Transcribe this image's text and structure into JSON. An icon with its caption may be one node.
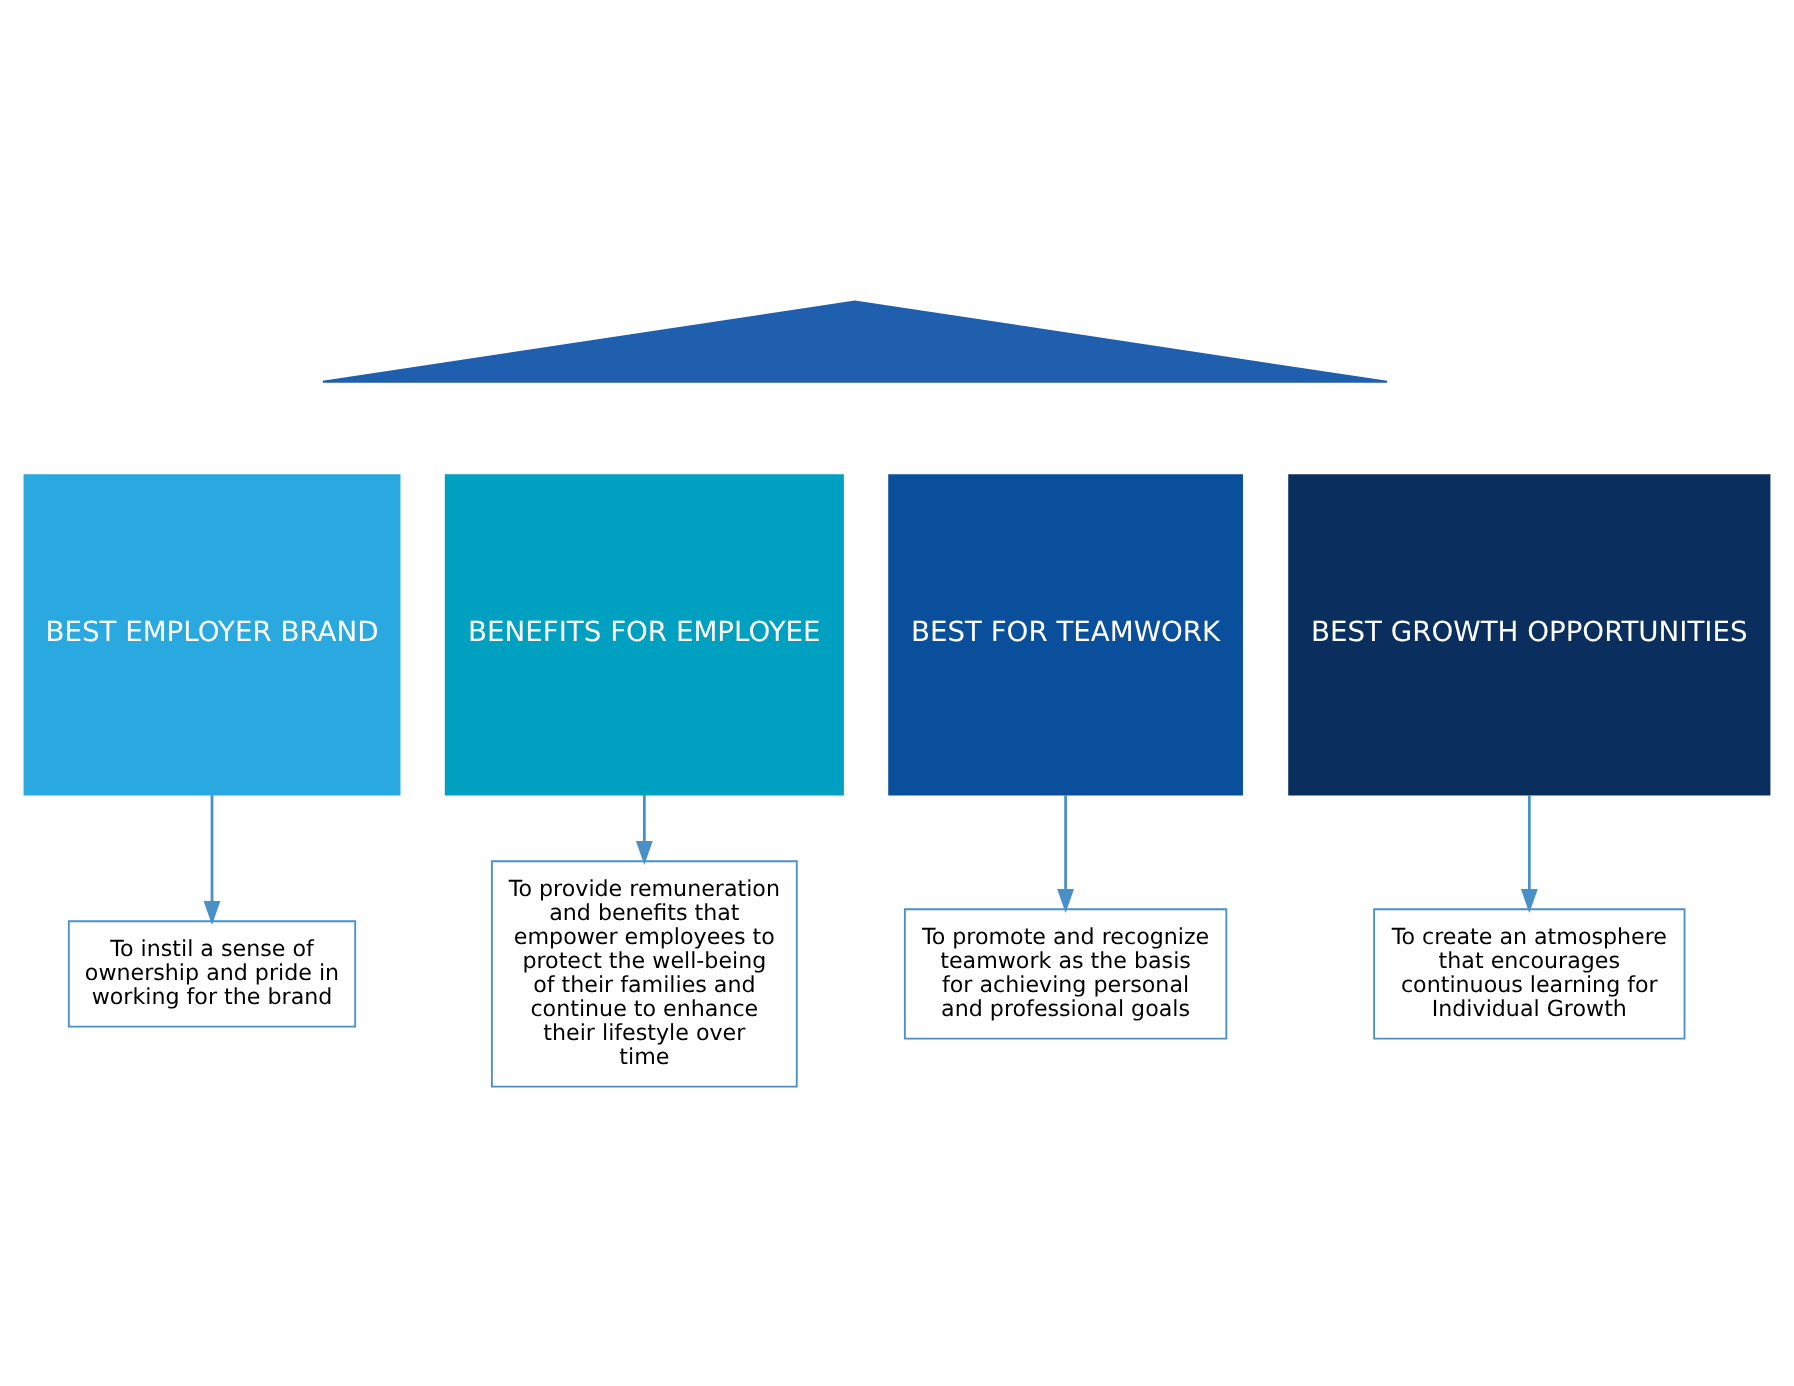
{
  "diagram": {
    "nodes": [
      {
        "text": [],
        "shape": "triangle"
      },
      {
        "text": [
          "BEST EMPLOYER BRAND"
        ]
      },
      {
        "text": [
          "BENEFITS FOR EMPLOYEE"
        ]
      },
      {
        "text": [
          "BEST FOR TEAMWORK"
        ]
      },
      {
        "text": [
          "BEST GROWTH OPPORTUNITIES"
        ]
      },
      {
        "text": [
          "To instil a sense of ownership and pride in working for the brand"
        ]
      },
      {
        "text": [
          "To provide remuneration and benefits that empower employees to protect the well-being of their families and continue to enhance their lifestyle over time"
        ]
      },
      {
        "text": [
          "To promote and recognize teamwork as the basis for achieving personal and professional goals"
        ]
      },
      {
        "text": [
          "To create an atmosphere that encourages continuous learning for Individual Growth"
        ]
      }
    ],
    "edges": [
      {
        "from": 1,
        "to": 5,
        "arrow": "to"
      },
      {
        "from": 2,
        "to": 6,
        "arrow": "to"
      },
      {
        "from": 3,
        "to": 7,
        "arrow": "to"
      },
      {
        "from": 4,
        "to": 8,
        "arrow": "to"
      }
    ]
  }
}
